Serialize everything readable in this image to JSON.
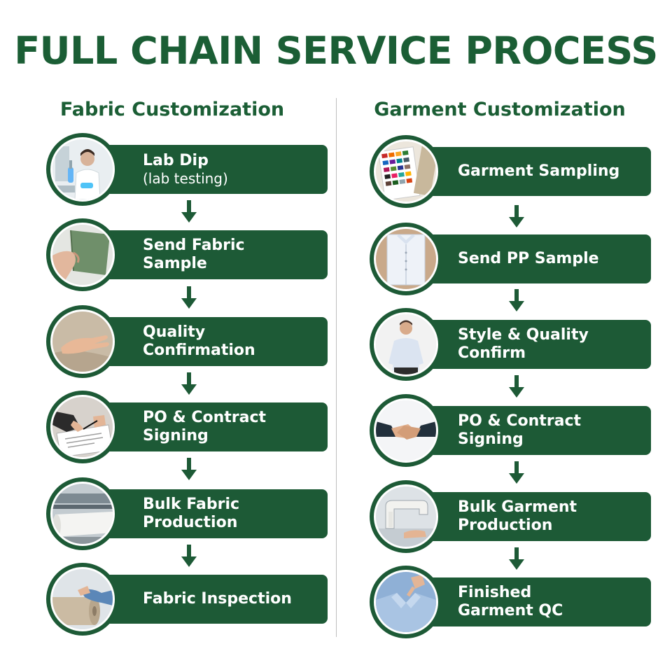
{
  "title": "FULL CHAIN SERVICE PROCESS",
  "colors": {
    "green": "#1d5a36",
    "title_green": "#1b5e35",
    "divider": "#bfbfbf"
  },
  "left": {
    "heading": "Fabric Customization",
    "steps": [
      {
        "label": "Lab Dip",
        "sublabel": "(lab testing)",
        "icon": "lab-technician-icon"
      },
      {
        "label": "Send Fabric\nSample",
        "icon": "fabric-swatch-icon"
      },
      {
        "label": "Quality\nConfirmation",
        "icon": "hand-on-fabric-icon"
      },
      {
        "label": "PO & Contract\nSigning",
        "icon": "contract-signing-icon"
      },
      {
        "label": "Bulk Fabric\nProduction",
        "icon": "fabric-roller-machine-icon"
      },
      {
        "label": "Fabric Inspection",
        "icon": "fabric-roll-inspection-icon"
      }
    ]
  },
  "right": {
    "heading": "Garment Customization",
    "steps": [
      {
        "label": "Garment Sampling",
        "icon": "color-swatch-card-icon"
      },
      {
        "label": "Send PP Sample",
        "icon": "folded-shirt-icon"
      },
      {
        "label": "Style & Quality\nConfirm",
        "icon": "man-in-shirt-icon"
      },
      {
        "label": "PO & Contract\nSigning",
        "icon": "handshake-icon"
      },
      {
        "label": "Bulk Garment\nProduction",
        "icon": "sewing-machine-icon"
      },
      {
        "label": "Finished\nGarment QC",
        "icon": "shirt-collar-inspection-icon"
      }
    ]
  }
}
